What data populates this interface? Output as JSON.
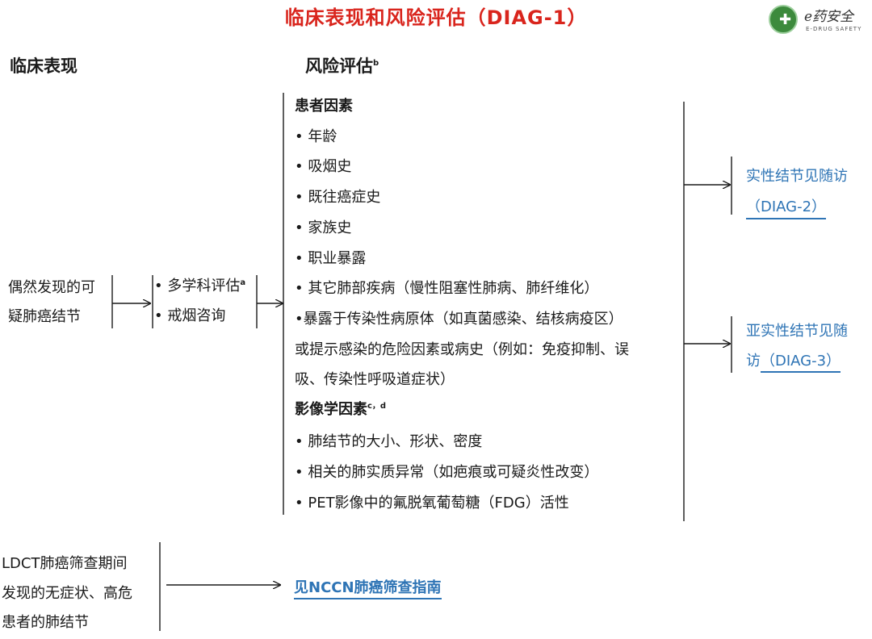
{
  "title": "临床表现和风险评估（DIAG-1）",
  "logo": {
    "main": "e药安全",
    "sub": "E-DRUG SAFETY"
  },
  "headers": {
    "clinical": "临床表现",
    "risk": "风险评估",
    "risk_sup": "b"
  },
  "clinical_presentation": {
    "line1": "偶然发现的可",
    "line2": "疑肺癌结节"
  },
  "evaluation": {
    "item1": "• 多学科评估",
    "item1_sup": "a",
    "item2": "• 戒烟咨询"
  },
  "patient_factors": {
    "heading": "患者因素",
    "items": [
      "• 年龄",
      "• 吸烟史",
      "• 既往癌症史",
      "• 家族史",
      "• 职业暴露",
      "• 其它肺部疾病（慢性阻塞性肺病、肺纤维化）"
    ],
    "exposure_lines": [
      "•暴露于传染性病原体（如真菌感染、结核病疫区）",
      "或提示感染的危险因素或病史（例如：免疫抑制、误",
      "吸、传染性呼吸道症状）"
    ]
  },
  "imaging_factors": {
    "heading": "影像学因素",
    "heading_sup": "c，d",
    "items": [
      "• 肺结节的大小、形状、密度",
      "• 相关的肺实质异常（如疤痕或可疑炎性改变）",
      "• PET影像中的氟脱氧葡萄糖（FDG）活性"
    ]
  },
  "outcomes": {
    "solid": {
      "line1": "实性结节见随访",
      "line2": "（DIAG-2）"
    },
    "subsolid": {
      "line1": "亚实性结节见随",
      "line2_prefix": "访",
      "line2_link": "（DIAG-3）"
    }
  },
  "ldct": {
    "line1": "LDCT肺癌筛查期间",
    "line2": "发现的无症状、高危",
    "line3": "患者的肺结节",
    "link": "见NCCN肺癌筛查指南"
  },
  "colors": {
    "title": "#d9251d",
    "link": "#2e74b5",
    "logo_green": "#3c8a3c"
  }
}
